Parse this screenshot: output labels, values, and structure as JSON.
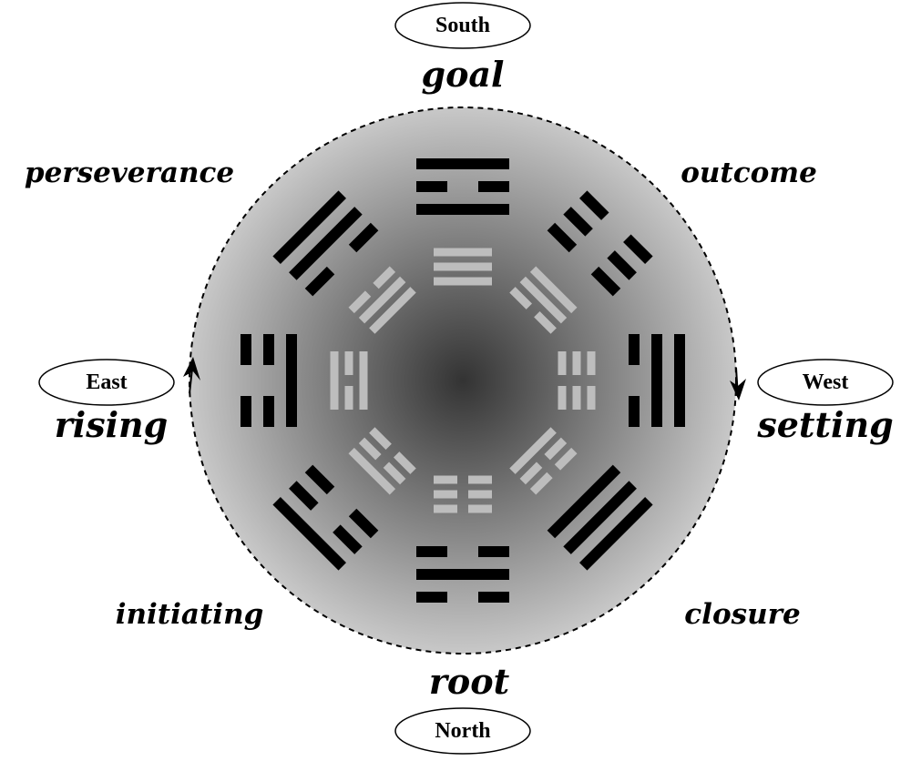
{
  "directions": {
    "south": "South",
    "north": "North",
    "east": "East",
    "west": "West"
  },
  "labels": {
    "goal": "goal",
    "root": "root",
    "rising": "rising",
    "setting": "setting",
    "perseverance": "perseverance",
    "outcome": "outcome",
    "initiating": "initiating",
    "closure": "closure"
  },
  "colors": {
    "disc_center": "#333333",
    "disc_edge": "#c8c8c8",
    "outer_trigram": "#000000",
    "inner_trigram": "#bdbdbd",
    "border": "#000000"
  },
  "trigrams": {
    "outer": [
      {
        "position": "top",
        "lines": [
          "solid",
          "broken",
          "solid"
        ]
      },
      {
        "position": "top-right",
        "lines": [
          "broken",
          "broken",
          "broken"
        ]
      },
      {
        "position": "right",
        "lines": [
          "solid",
          "solid",
          "broken"
        ]
      },
      {
        "position": "bottom-right",
        "lines": [
          "solid",
          "solid",
          "solid"
        ]
      },
      {
        "position": "bottom",
        "lines": [
          "broken",
          "solid",
          "broken"
        ]
      },
      {
        "position": "bottom-left",
        "lines": [
          "solid",
          "broken",
          "broken"
        ]
      },
      {
        "position": "left",
        "lines": [
          "broken",
          "broken",
          "solid"
        ]
      },
      {
        "position": "top-left",
        "lines": [
          "solid",
          "solid",
          "broken"
        ]
      }
    ],
    "inner": [
      {
        "position": "top",
        "lines": [
          "solid",
          "solid",
          "solid"
        ]
      },
      {
        "position": "top-right",
        "lines": [
          "solid",
          "solid",
          "broken"
        ]
      },
      {
        "position": "right",
        "lines": [
          "broken",
          "broken",
          "broken"
        ]
      },
      {
        "position": "bottom-right",
        "lines": [
          "broken",
          "broken",
          "solid"
        ]
      },
      {
        "position": "bottom",
        "lines": [
          "broken",
          "broken",
          "broken"
        ]
      },
      {
        "position": "bottom-left",
        "lines": [
          "solid",
          "broken",
          "broken"
        ]
      },
      {
        "position": "left",
        "lines": [
          "solid",
          "broken",
          "solid"
        ]
      },
      {
        "position": "top-left",
        "lines": [
          "broken",
          "solid",
          "solid"
        ]
      }
    ]
  }
}
